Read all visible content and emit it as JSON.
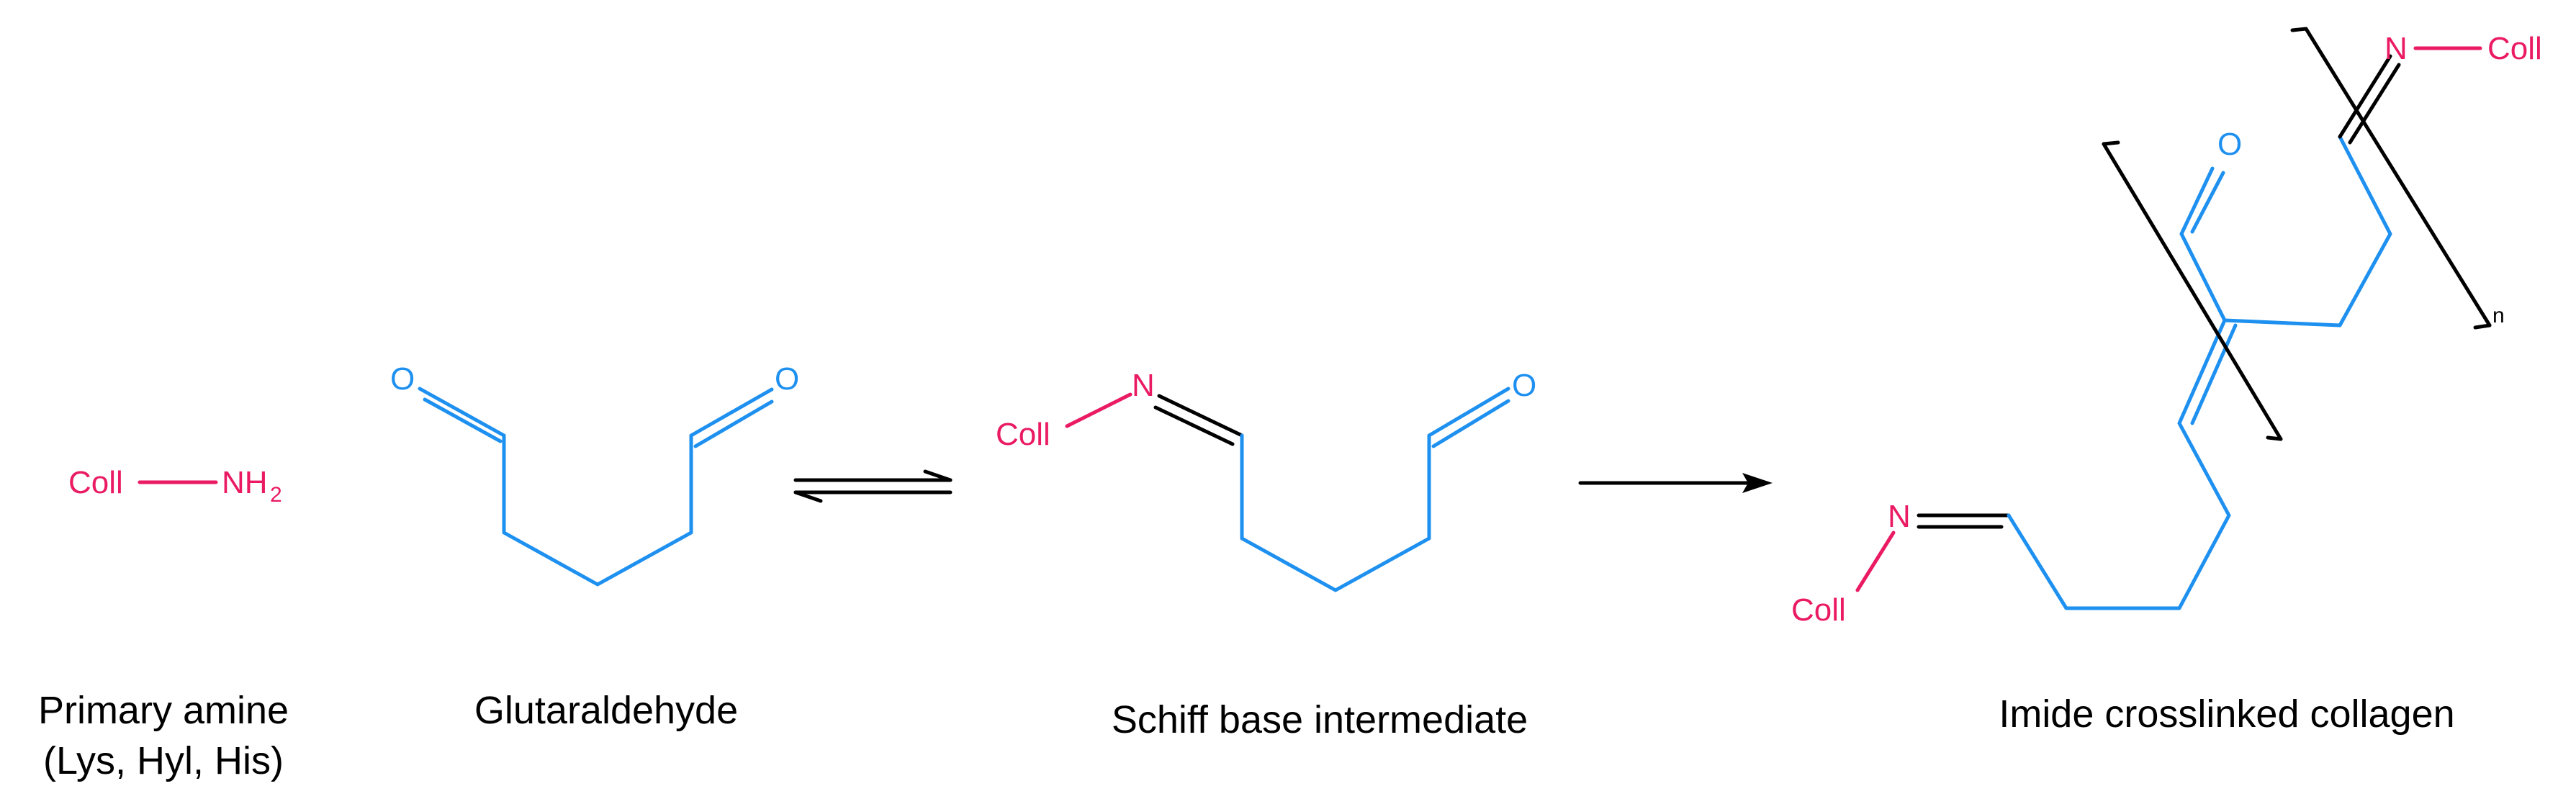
{
  "colors": {
    "collagen": "#ea1a63",
    "glutaraldehyde": "#1e90f0",
    "bracket": "#000000"
  },
  "labels": {
    "coll": "Coll",
    "nh": "NH",
    "nh_subscript": "2",
    "n": "N",
    "o": "O",
    "repeat_n": "n"
  },
  "captions": {
    "primary_amine_line1": "Primary amine",
    "primary_amine_line2": "(Lys, Hyl, His)",
    "glutaraldehyde": "Glutaraldehyde",
    "schiff_base": "Schiff base intermediate",
    "imide": "Imide crosslinked collagen"
  },
  "arrows": {
    "equilibrium": "equilibrium-arrow",
    "reaction": "reaction-arrow"
  }
}
